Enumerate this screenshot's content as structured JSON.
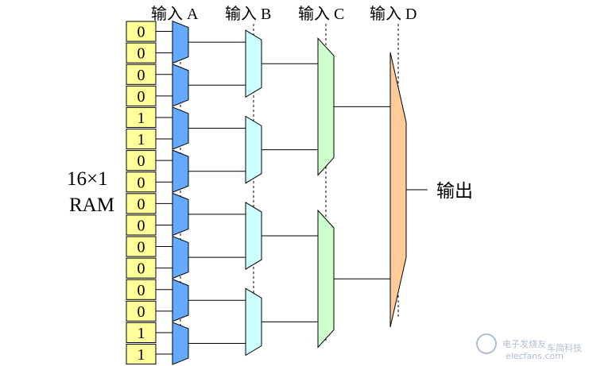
{
  "inputs": [
    "输入 A",
    "输入 B",
    "输入 C",
    "输入 D"
  ],
  "ram_label": [
    "16×1",
    "RAM"
  ],
  "output_label": "输出",
  "cells": [
    "0",
    "0",
    "0",
    "0",
    "1",
    "1",
    "0",
    "0",
    "0",
    "0",
    "0",
    "0",
    "0",
    "0",
    "1",
    "1"
  ],
  "colors": {
    "cell_fill": "#ffff99",
    "stage_a": "#66aaff",
    "stage_b": "#ccffff",
    "stage_c": "#ccffcc",
    "stage_d": "#ffcc99"
  },
  "watermark": [
    "电子发烧友",
    "elecfans.com",
    "车简科技"
  ]
}
